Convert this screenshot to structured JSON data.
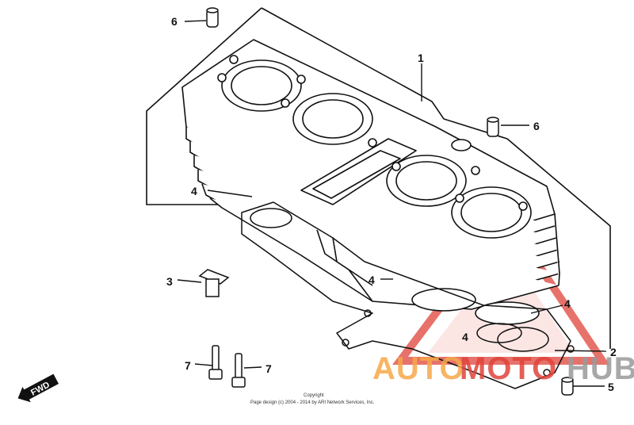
{
  "diagram": {
    "callouts": [
      {
        "id": "6",
        "text": "6"
      },
      {
        "id": "1",
        "text": "1"
      },
      {
        "id": "6b",
        "text": "6"
      },
      {
        "id": "4",
        "text": "4"
      },
      {
        "id": "3",
        "text": "3"
      },
      {
        "id": "4b",
        "text": "4"
      },
      {
        "id": "4c",
        "text": "4"
      },
      {
        "id": "2",
        "text": "2"
      },
      {
        "id": "7",
        "text": "7"
      },
      {
        "id": "7b",
        "text": "7"
      },
      {
        "id": "5",
        "text": "5"
      }
    ],
    "direction_badge": "FWD",
    "copyright_line1": "Copyright",
    "copyright_line2": "Page design (c) 2004 - 2014 by ARI Network Services, Inc.",
    "watermark": {
      "auto": "AUTO",
      "moto": "MOTO",
      "hub": "HUB",
      "colors": {
        "accent": "#e0443a",
        "orange": "#f6a94a",
        "gray": "#9a9a9a"
      }
    }
  }
}
